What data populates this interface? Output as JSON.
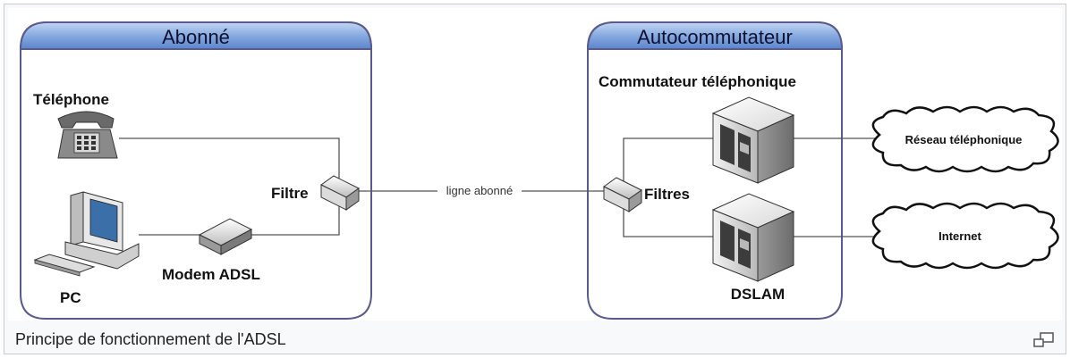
{
  "diagram": {
    "groups": {
      "subscriber": "Abonné",
      "exchange": "Autocommutateur"
    },
    "devices": {
      "telephone": "Téléphone",
      "pc": "PC",
      "modem": "Modem ADSL",
      "filter": "Filtre",
      "filters": "Filtres",
      "telephone_switch": "Commutateur téléphonique",
      "dslam": "DSLAM"
    },
    "networks": {
      "telephone_network": "Réseau téléphonique",
      "internet": "Internet"
    },
    "line_label": "ligne abonné"
  },
  "caption": "Principe de fonctionnement de l'ADSL",
  "icons": {
    "enlarge": "magnify-clip-icon"
  },
  "colors": {
    "group_header_top": "#a9c4ec",
    "group_header_bottom": "#5a86cf",
    "group_border": "#5a5a8c"
  }
}
